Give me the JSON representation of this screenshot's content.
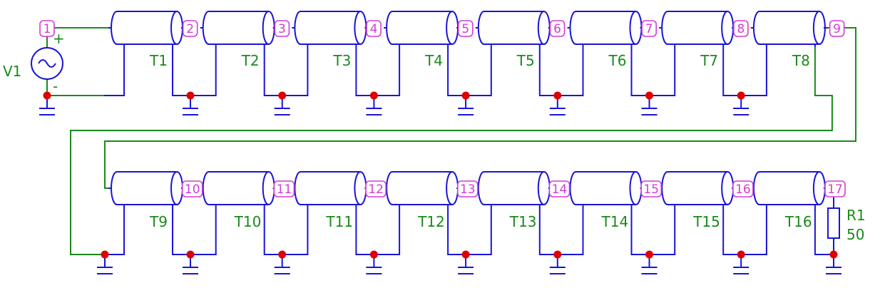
{
  "source": {
    "name": "V1",
    "plus": "+",
    "minus": "-"
  },
  "load": {
    "name": "R1",
    "value": "50"
  },
  "row1": {
    "lines": [
      "T1",
      "T2",
      "T3",
      "T4",
      "T5",
      "T6",
      "T7",
      "T8"
    ],
    "nodes": [
      "1",
      "2",
      "3",
      "4",
      "5",
      "6",
      "7",
      "8",
      "9"
    ]
  },
  "row2": {
    "lines": [
      "T9",
      "T10",
      "T11",
      "T12",
      "T13",
      "T14",
      "T15",
      "T16"
    ],
    "nodes": [
      "10",
      "11",
      "12",
      "13",
      "14",
      "15",
      "16",
      "17"
    ]
  },
  "colors": {
    "wire_blue": "#1a14d8",
    "wire_green": "#1a8a1a",
    "junction": "#e00000",
    "node_label": "#d43cd4"
  }
}
